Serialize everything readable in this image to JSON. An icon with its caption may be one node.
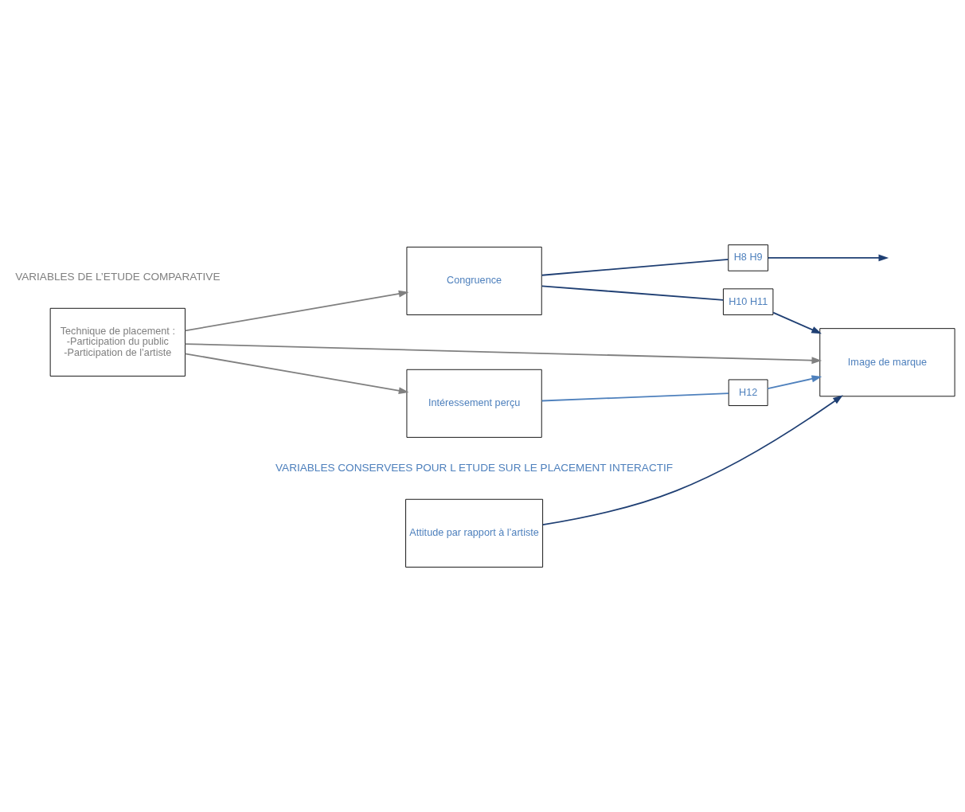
{
  "diagram": {
    "nodes": [
      {
        "text": [
          "Technique de placement :",
          "-Participation du public",
          "-Participation de l’artiste"
        ]
      },
      {
        "text": [
          "Attitude par rapport à l’artiste"
        ]
      },
      {
        "text": [
          "Congruence"
        ]
      },
      {
        "text": [
          "Image de marque"
        ]
      },
      {
        "text": [
          "Intéressement perçu"
        ]
      },
      {
        "text": [
          "H8 H9"
        ]
      },
      {
        "text": [
          "H10 H11"
        ]
      },
      {
        "text": [
          "H12"
        ]
      }
    ],
    "edges": [
      {
        "from": 0,
        "to": 2,
        "arrow": "to",
        "color": "#808080"
      },
      {
        "from": 0,
        "to": 3,
        "arrow": "to",
        "color": "#808080"
      },
      {
        "from": 0,
        "to": 4,
        "arrow": "to",
        "color": "#808080"
      },
      {
        "from": 1,
        "to": 3,
        "arrow": "to"
      },
      {
        "from": 2,
        "to": 5,
        "arrow": "none"
      },
      {
        "from": 5,
        "to": null,
        "arrow": "to"
      },
      {
        "from": 2,
        "to": 6,
        "arrow": "none"
      },
      {
        "from": 6,
        "to": 3,
        "arrow": "to"
      },
      {
        "from": 4,
        "to": 7,
        "arrow": "none",
        "color": "#4f81bd"
      },
      {
        "from": 7,
        "to": 3,
        "arrow": "to",
        "color": "#4f81bd"
      }
    ],
    "labels": [
      "VARIABLES DE L’ETUDE COMPARATIVE",
      "VARIABLES CONSERVEES POUR L ETUDE SUR LE PLACEMENT INTERACTIF"
    ]
  }
}
